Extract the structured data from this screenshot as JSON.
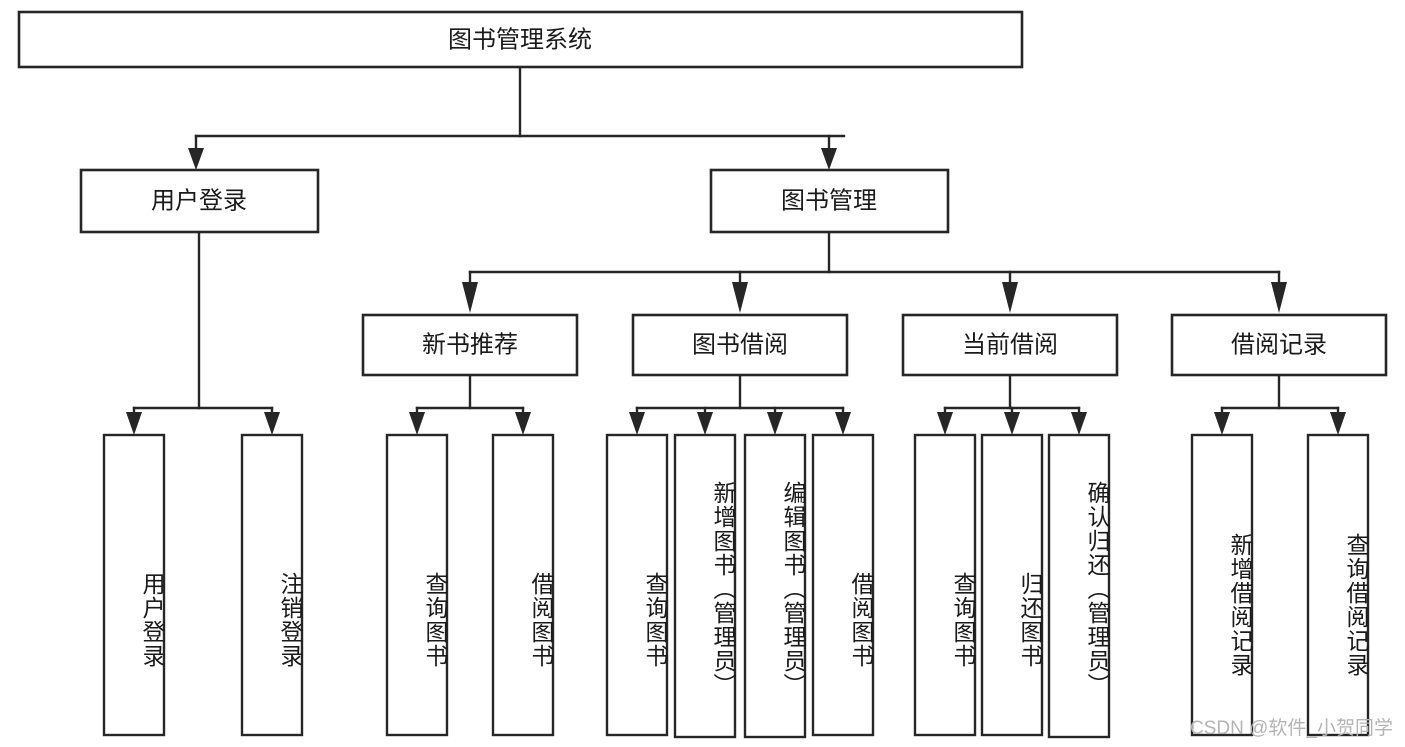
{
  "diagram": {
    "type": "hierarchy-tree",
    "title": "图书管理系统",
    "root": {
      "id": "root",
      "label": "图书管理系统"
    },
    "level2": [
      {
        "id": "user-login",
        "label": "用户登录"
      },
      {
        "id": "book-manage",
        "label": "图书管理"
      }
    ],
    "level3": [
      {
        "id": "new-book-rec",
        "label": "新书推荐",
        "parent": "book-manage"
      },
      {
        "id": "book-borrow",
        "label": "图书借阅",
        "parent": "book-manage"
      },
      {
        "id": "current-borrow",
        "label": "当前借阅",
        "parent": "book-manage"
      },
      {
        "id": "borrow-record",
        "label": "借阅记录",
        "parent": "book-manage"
      }
    ],
    "leaves": [
      {
        "id": "leaf-user-login",
        "label": "用户登录",
        "parent": "user-login"
      },
      {
        "id": "leaf-logout",
        "label": "注销登录",
        "parent": "user-login"
      },
      {
        "id": "leaf-query-book-1",
        "label": "查询图书",
        "parent": "new-book-rec"
      },
      {
        "id": "leaf-borrow-book-1",
        "label": "借阅图书",
        "parent": "new-book-rec"
      },
      {
        "id": "leaf-query-book-2",
        "label": "查询图书",
        "parent": "book-borrow"
      },
      {
        "id": "leaf-add-book",
        "label": "新增图书（管理员）",
        "parent": "book-borrow"
      },
      {
        "id": "leaf-edit-book",
        "label": "编辑图书（管理员）",
        "parent": "book-borrow"
      },
      {
        "id": "leaf-borrow-book-2",
        "label": "借阅图书",
        "parent": "book-borrow"
      },
      {
        "id": "leaf-query-book-3",
        "label": "查询图书",
        "parent": "current-borrow"
      },
      {
        "id": "leaf-return-book",
        "label": "归还图书",
        "parent": "current-borrow"
      },
      {
        "id": "leaf-confirm-return",
        "label": "确认归还（管理员）",
        "parent": "current-borrow"
      },
      {
        "id": "leaf-add-record",
        "label": "新增借阅记录",
        "parent": "borrow-record"
      },
      {
        "id": "leaf-query-record",
        "label": "查询借阅记录",
        "parent": "borrow-record"
      }
    ],
    "watermark": "CSDN @软件_小贺同学",
    "colors": {
      "stroke": "#262626",
      "fill": "#ffffff",
      "text": "#1a1a1a",
      "watermark": "#b4b4b4",
      "background": "#ffffff"
    }
  }
}
